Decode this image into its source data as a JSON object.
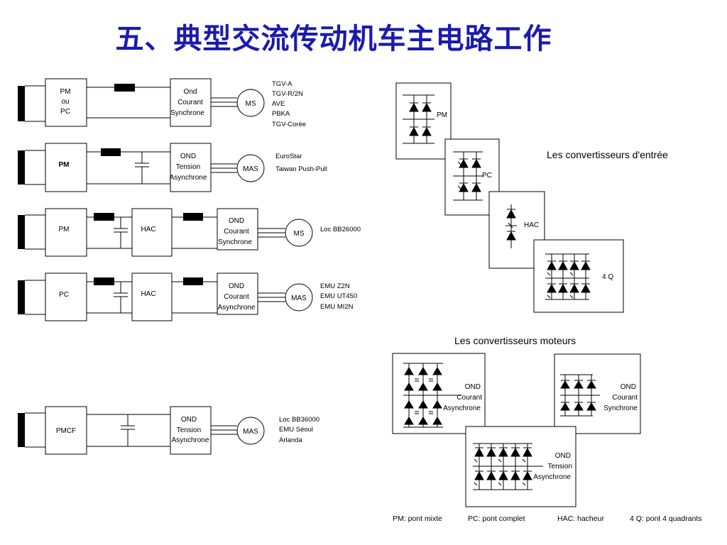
{
  "title": "五、典型交流传动机车主电路工作",
  "chains": [
    {
      "source": [
        "PM",
        "ou",
        "PC"
      ],
      "inverter": [
        "Ond",
        "Courant",
        "Synchrone"
      ],
      "motor": "MS",
      "applications": [
        "TGV-A",
        "TGV-R/2N",
        "AVE",
        "PBKA",
        "TGV-Corée"
      ]
    },
    {
      "source": [
        "PM"
      ],
      "inverter": [
        "OND",
        "Tension",
        "Asynchrone"
      ],
      "motor": "MAS",
      "applications": [
        "EuroStar",
        "Taiwan Push-Pull"
      ]
    },
    {
      "source": [
        "PM"
      ],
      "chopper": "HAC",
      "inverter": [
        "OND",
        "Courant",
        "Synchrone"
      ],
      "motor": "MS",
      "applications": [
        "Loc BB26000"
      ]
    },
    {
      "source": [
        "PC"
      ],
      "chopper": "HAC",
      "inverter": [
        "OND",
        "Courant",
        "Asynchrone"
      ],
      "motor": "MAS",
      "applications": [
        "EMU Z2N",
        "EMU UT450",
        "EMU MI2N"
      ]
    },
    {
      "source": [
        "PMCF"
      ],
      "inverter": [
        "OND",
        "Tension",
        "Asynchrone"
      ],
      "motor": "MAS",
      "applications": [
        "Loc BB36000",
        "EMU Séoul",
        "Arlanda"
      ]
    }
  ],
  "input_converters": {
    "heading": "Les convertisseurs d'entrée",
    "labels": {
      "pm": "PM",
      "pc": "PC",
      "hac": "HAC",
      "q4": "4 Q"
    }
  },
  "motor_converters": {
    "heading": "Les convertisseurs moteurs",
    "ond_courant_async": [
      "OND",
      "Courant",
      "Asynchrone"
    ],
    "ond_courant_sync": [
      "OND",
      "Courant",
      "Synchrone"
    ],
    "ond_tension_async": [
      "OND",
      "Tension",
      "Asynchrone"
    ]
  },
  "legend": [
    "PM: pont mixte",
    "PC: pont complet",
    "HAC: hacheur",
    "4 Q: pont 4 quadrants"
  ]
}
